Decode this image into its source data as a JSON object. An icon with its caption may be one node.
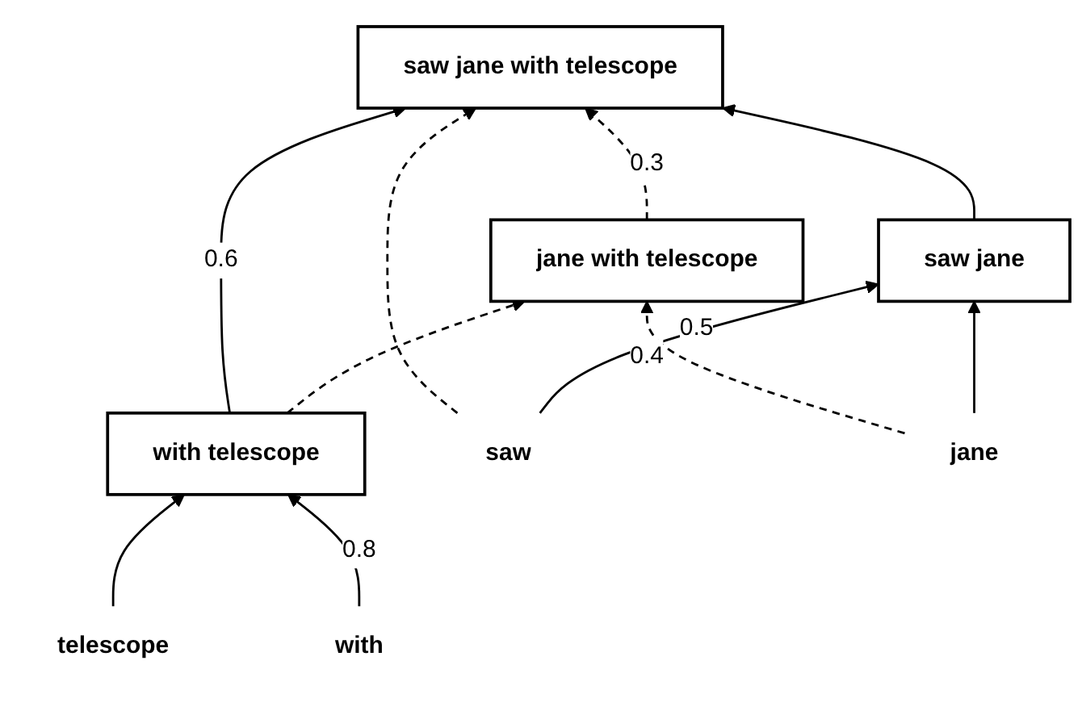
{
  "diagram": {
    "nodes": [
      {
        "text": [
          "saw jane with telescope"
        ]
      },
      {
        "text": [
          "jane with telescope"
        ]
      },
      {
        "text": [
          "saw jane"
        ]
      },
      {
        "text": [
          "with telescope"
        ]
      },
      {
        "text": [
          "saw"
        ]
      },
      {
        "text": [
          "jane"
        ]
      },
      {
        "text": [
          "with"
        ]
      },
      {
        "text": [
          "telescope"
        ]
      }
    ],
    "edges": [
      {
        "from": 4,
        "to": 2,
        "arrow": "to",
        "label": "0.5"
      },
      {
        "from": 5,
        "to": 2,
        "arrow": "to"
      },
      {
        "from": 6,
        "to": 3,
        "arrow": "to",
        "label": "0.8"
      },
      {
        "from": 7,
        "to": 3,
        "arrow": "to"
      },
      {
        "from": 5,
        "to": 1,
        "arrow": "to",
        "style": "dashed",
        "label": "0.4"
      },
      {
        "from": 3,
        "to": 1,
        "arrow": "to",
        "style": "dashed"
      },
      {
        "from": 4,
        "to": 0,
        "arrow": "to",
        "style": "dashed"
      },
      {
        "from": 1,
        "to": 0,
        "arrow": "to",
        "style": "dashed",
        "label": "0.3"
      },
      {
        "from": 2,
        "to": 0,
        "arrow": "to"
      },
      {
        "from": 3,
        "to": 0,
        "arrow": "to",
        "label": "0.6"
      }
    ]
  }
}
